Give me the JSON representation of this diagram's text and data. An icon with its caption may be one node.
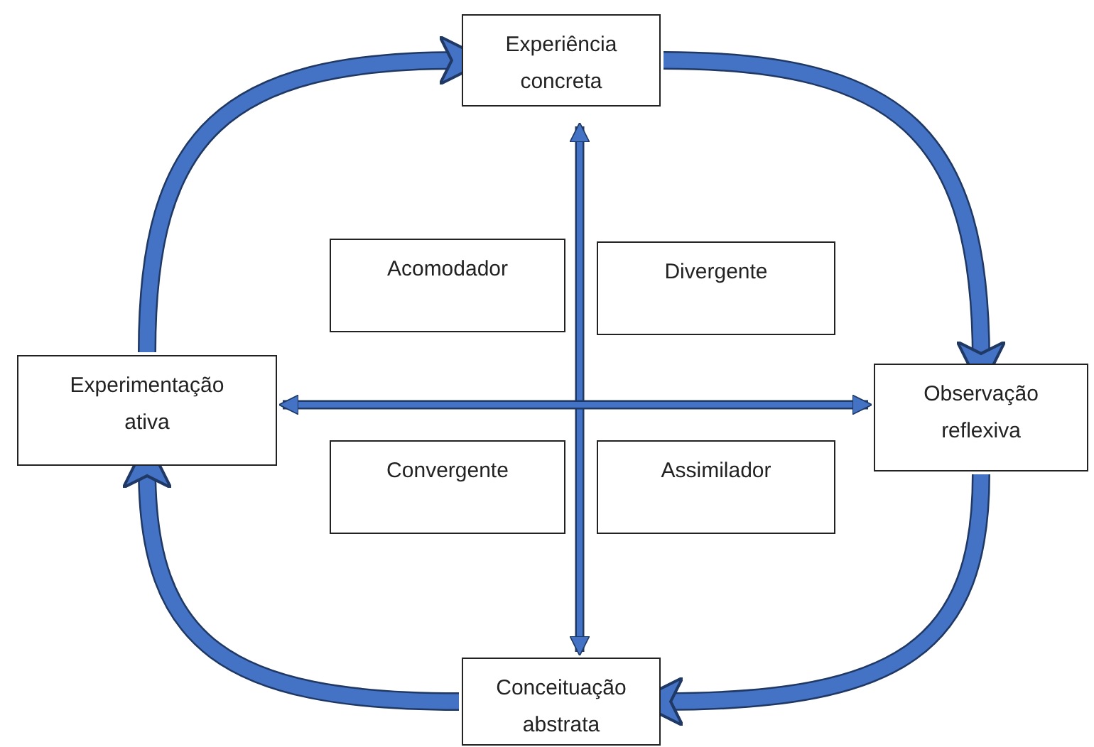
{
  "diagram": {
    "nodes": [
      {
        "text": [
          "Experiência concreta"
        ]
      },
      {
        "text": [
          "Acomodador"
        ]
      },
      {
        "text": [
          "Divergente"
        ]
      },
      {
        "text": [
          "Experimentação ativa"
        ]
      },
      {
        "text": [
          "Observação reflexiva"
        ]
      },
      {
        "text": [
          "Convergente"
        ]
      },
      {
        "text": [
          "Assimilador"
        ]
      },
      {
        "text": [
          "Conceituação abstrata"
        ]
      }
    ],
    "edges": [
      {
        "from": 0,
        "to": 4,
        "arrow": "to"
      },
      {
        "from": 4,
        "to": 7,
        "arrow": "to"
      },
      {
        "from": 7,
        "to": 3,
        "arrow": "to"
      },
      {
        "from": 3,
        "to": 0,
        "arrow": "to"
      },
      {
        "from": 0,
        "to": 7,
        "arrow": "both"
      },
      {
        "from": 3,
        "to": 4,
        "arrow": "both"
      }
    ]
  }
}
